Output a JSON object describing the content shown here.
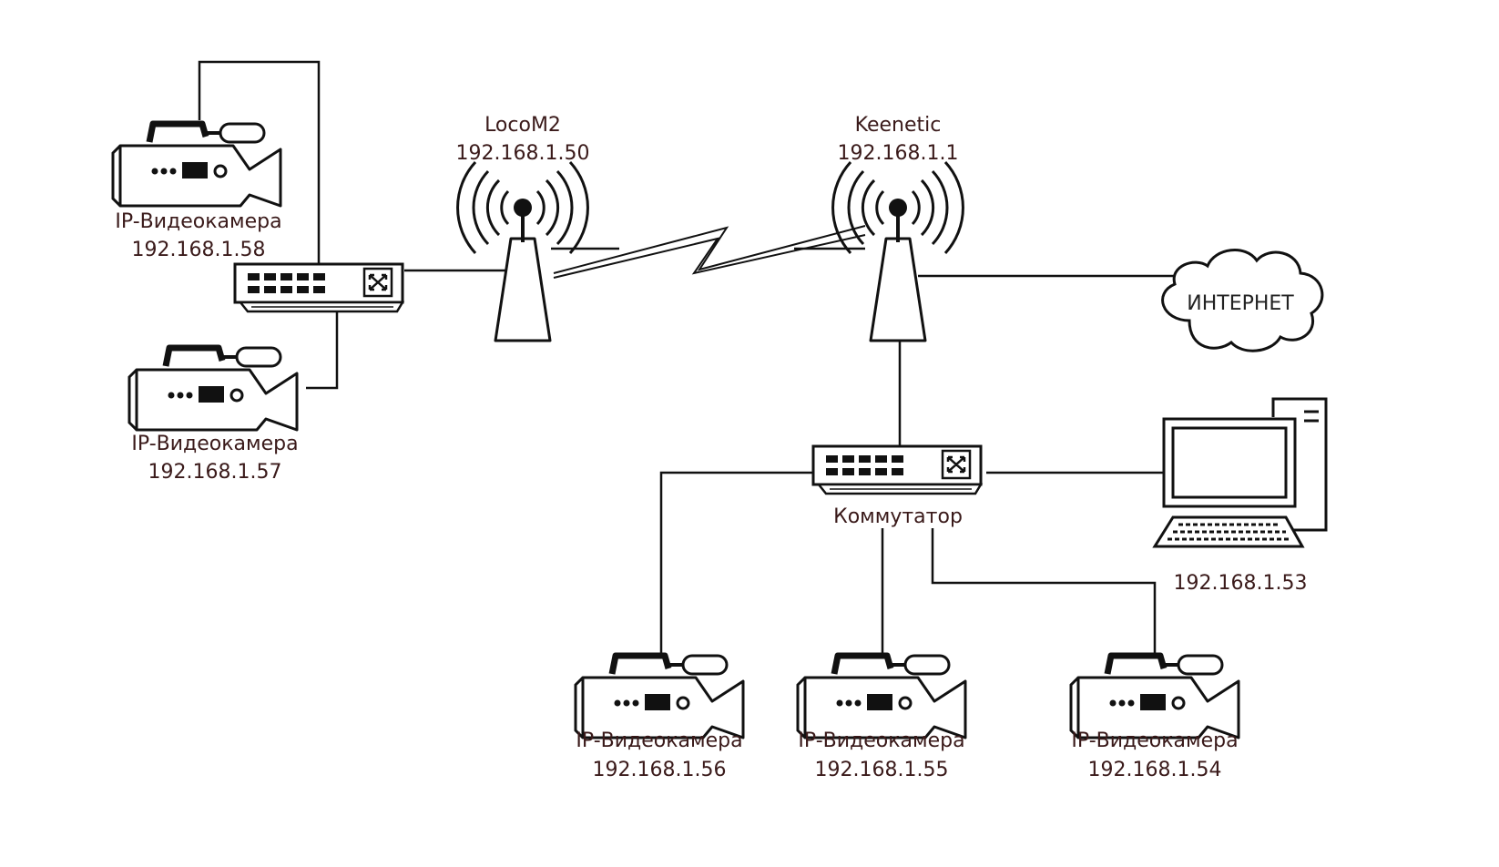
{
  "nodes": {
    "loco": {
      "name": "LocoM2",
      "ip": "192.168.1.50"
    },
    "keenetic": {
      "name": "Keenetic",
      "ip": "192.168.1.1"
    },
    "internet": {
      "label": "ИНТЕРНЕТ"
    },
    "switch2": {
      "label": "Коммутатор"
    },
    "pc": {
      "ip": "192.168.1.53"
    },
    "cam58": {
      "label": "IP-Видеокамера",
      "ip": "192.168.1.58"
    },
    "cam57": {
      "label": "IP-Видеокамера",
      "ip": "192.168.1.57"
    },
    "cam56": {
      "label": "IP-Видеокамера",
      "ip": "192.168.1.56"
    },
    "cam55": {
      "label": "IP-Видеокамера",
      "ip": "192.168.1.55"
    },
    "cam54": {
      "label": "IP-Видеокамера",
      "ip": "192.168.1.54"
    }
  }
}
